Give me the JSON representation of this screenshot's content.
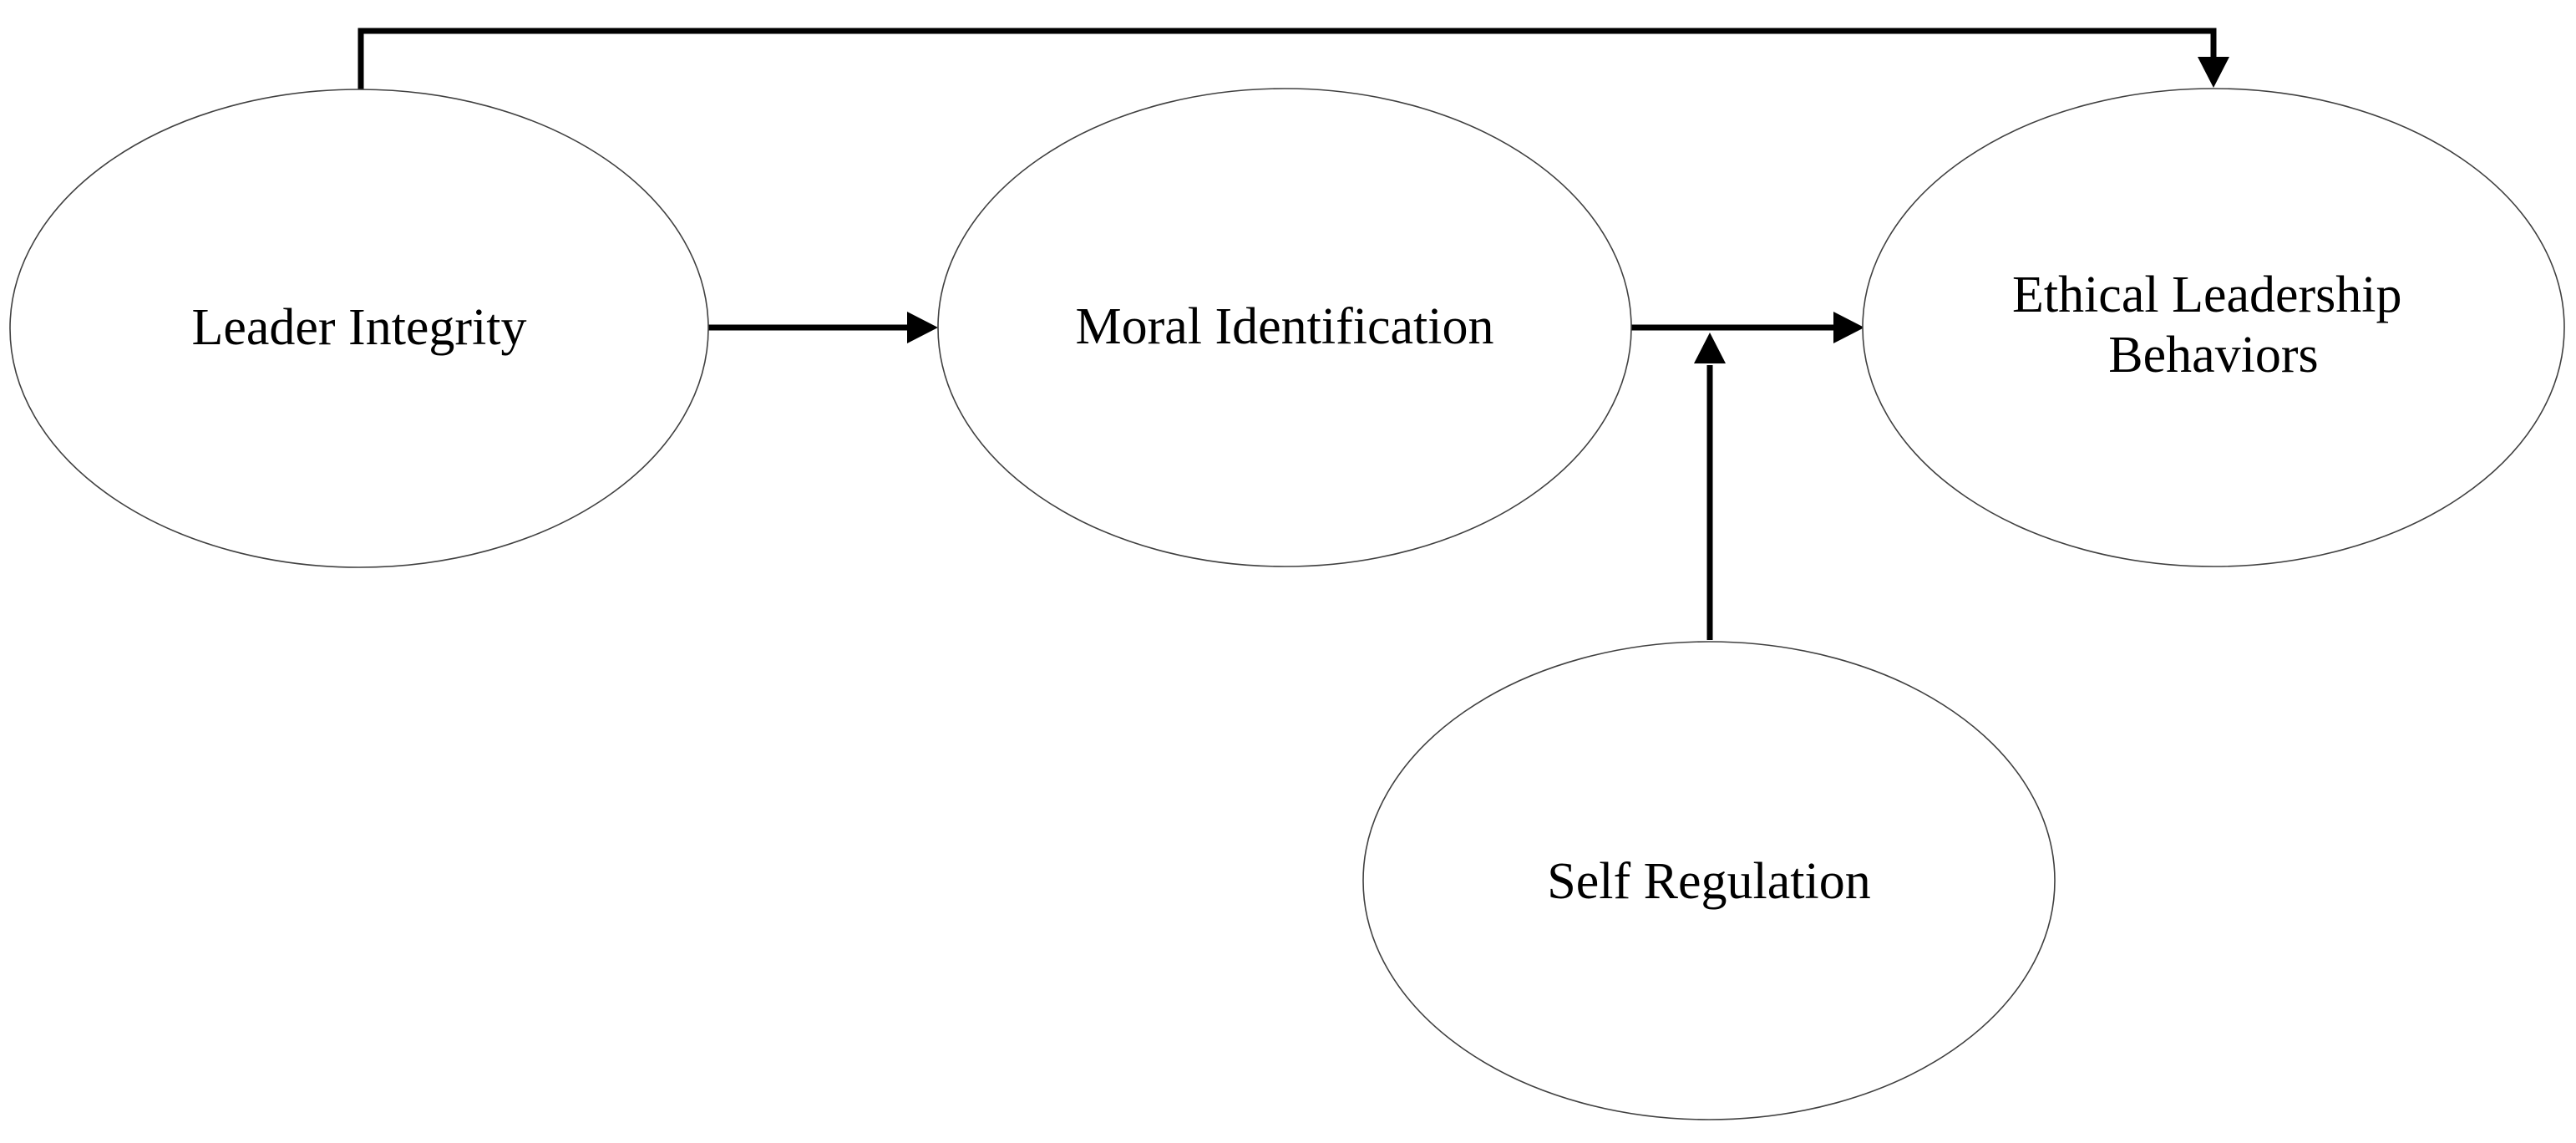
{
  "diagram": {
    "type": "path-model",
    "nodes": [
      {
        "id": "leader-integrity",
        "label": "Leader Integrity"
      },
      {
        "id": "moral-identification",
        "label": "Moral Identification"
      },
      {
        "id": "ethical-leadership-behaviors",
        "label_line1": "Ethical Leadership",
        "label_line2": "Behaviors"
      },
      {
        "id": "self-regulation",
        "label": "Self Regulation"
      }
    ],
    "edges": [
      {
        "from": "leader-integrity",
        "to": "ethical-leadership-behaviors",
        "style": "elbow-over-top",
        "arrowhead": "down"
      },
      {
        "from": "leader-integrity",
        "to": "moral-identification",
        "style": "straight-horizontal",
        "arrowhead": "right"
      },
      {
        "from": "moral-identification",
        "to": "ethical-leadership-behaviors",
        "style": "straight-horizontal",
        "arrowhead": "right"
      },
      {
        "from": "self-regulation",
        "to": "edge:moral-identification->ethical-leadership-behaviors",
        "style": "straight-vertical",
        "arrowhead": "up",
        "role": "moderator"
      }
    ]
  },
  "colors": {
    "background": "#ffffff",
    "ellipse_stroke": "#404040",
    "arrow": "#000000",
    "text": "#000000"
  }
}
